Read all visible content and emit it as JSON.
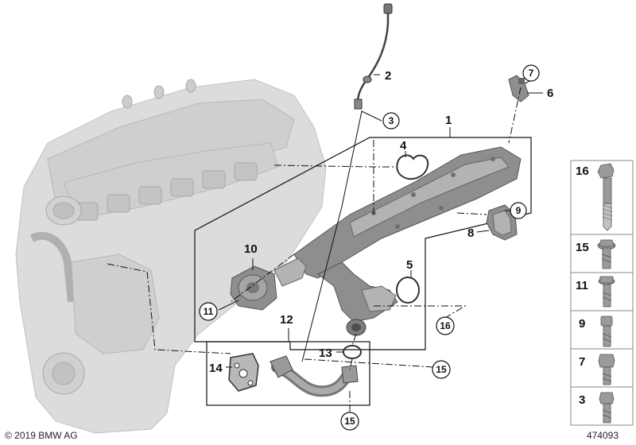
{
  "callouts": [
    {
      "id": "c1",
      "label": "1"
    },
    {
      "id": "c2",
      "label": "2"
    },
    {
      "id": "c3",
      "label": "3"
    },
    {
      "id": "c4",
      "label": "4"
    },
    {
      "id": "c5",
      "label": "5"
    },
    {
      "id": "c6",
      "label": "6"
    },
    {
      "id": "c7",
      "label": "7"
    },
    {
      "id": "c8",
      "label": "8"
    },
    {
      "id": "c9",
      "label": "9"
    },
    {
      "id": "c10",
      "label": "10"
    },
    {
      "id": "c11",
      "label": "11"
    },
    {
      "id": "c12",
      "label": "12"
    },
    {
      "id": "c13",
      "label": "13"
    },
    {
      "id": "c14",
      "label": "14"
    },
    {
      "id": "c15a",
      "label": "15"
    },
    {
      "id": "c15b",
      "label": "15"
    },
    {
      "id": "c16",
      "label": "16"
    }
  ],
  "legend": {
    "items": [
      {
        "label": "16",
        "icon": "long-bolt-icon"
      },
      {
        "label": "15",
        "icon": "collar-bolt-icon"
      },
      {
        "label": "11",
        "icon": "flange-bolt-icon"
      },
      {
        "label": "9",
        "icon": "socket-bolt-icon"
      },
      {
        "label": "7",
        "icon": "hex-bolt-icon"
      },
      {
        "label": "3",
        "icon": "short-bolt-icon"
      }
    ]
  },
  "footer": {
    "copyright": "© 2019 BMW AG",
    "diagram_number": "474093"
  }
}
